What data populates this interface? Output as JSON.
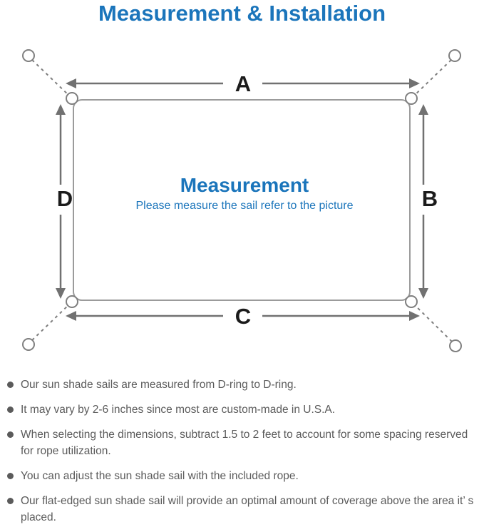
{
  "header": {
    "title": "Measurement & Installation"
  },
  "diagram": {
    "labels": {
      "a": "A",
      "b": "B",
      "c": "C",
      "d": "D"
    },
    "center_title": "Measurement",
    "center_subtitle": "Please measure the sail refer to the picture"
  },
  "notes": {
    "items": [
      "Our sun shade sails are measured from D-ring to D-ring.",
      "It may vary by 2-6 inches since most are custom-made in U.S.A.",
      "When selecting the dimensions, subtract 1.5 to 2 feet to account for some spacing reserved for rope utilization.",
      "You can adjust the sun shade sail with the included rope.",
      "Our flat-edged sun shade sail will provide an optimal amount of coverage above the area it’ s placed."
    ]
  },
  "colors": {
    "accent_blue": "#1b75bb",
    "text_gray": "#5b5b5b",
    "line_gray": "#9b9b9b",
    "arrow_gray": "#717171",
    "ring_gray": "#7f7f7f",
    "label_black": "#1b1b1b"
  }
}
